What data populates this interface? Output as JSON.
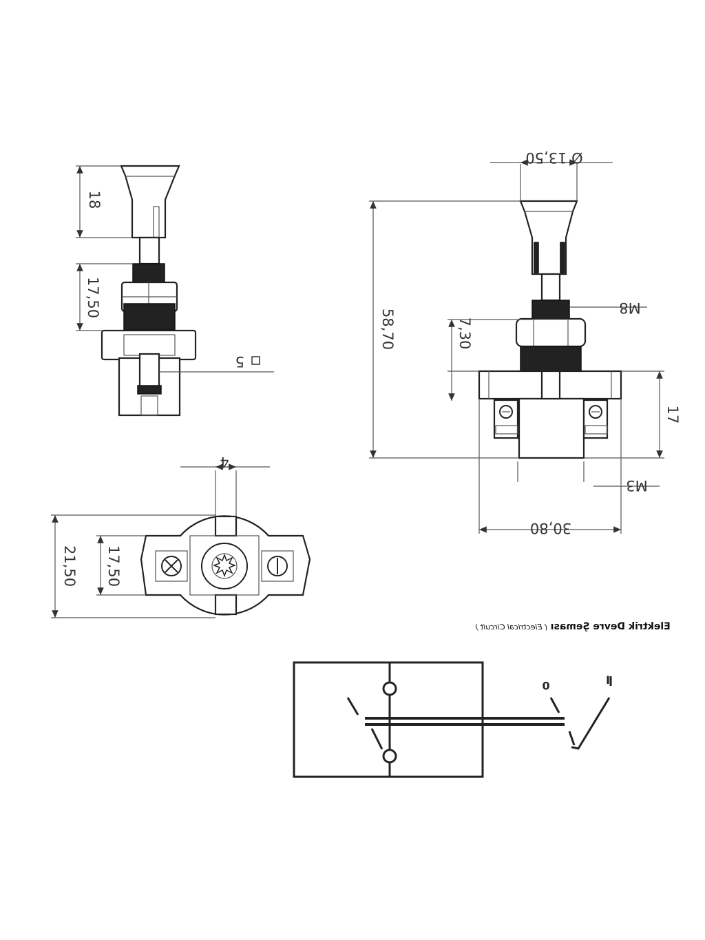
{
  "dimensions": {
    "knob_height": "18",
    "thread_length_left": "17,50",
    "square_size": "5",
    "overall_height": "58,70",
    "thread_length_right": "7,30",
    "knob_diameter": "Ø 13,50",
    "thread_size": "M8",
    "screw_size": "M3",
    "body_height": "17",
    "body_width": "30,80",
    "slot_width": "4",
    "body_depth_outer": "21,50",
    "body_depth_inner": "17,50"
  },
  "circuit": {
    "title": "Elektrik Devre Şeması",
    "subtitle": "( Electrical Circuit )",
    "position_off": "0",
    "position_on": "I"
  }
}
